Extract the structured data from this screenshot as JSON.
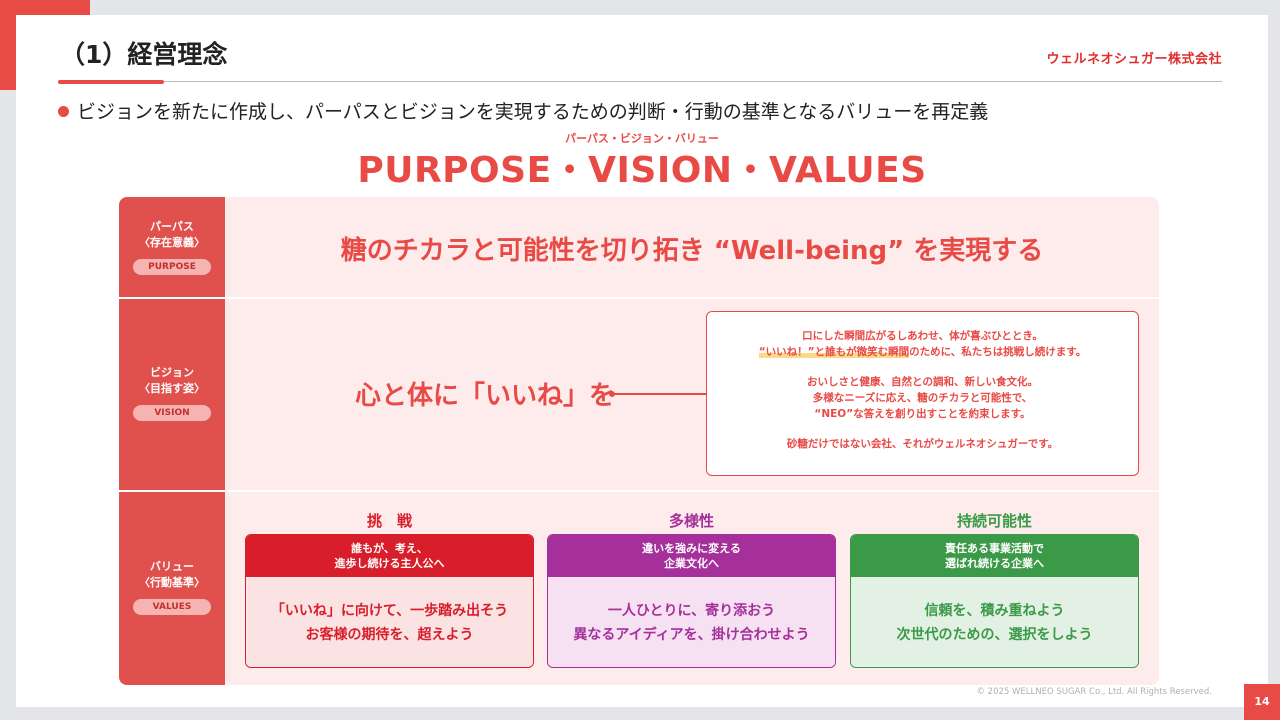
{
  "slide": {
    "title": "（1）経営理念",
    "brand": "ウェルネオシュガー株式会社",
    "bullet": "ビジョンを新たに作成し、パーパスとビジョンを実現するための判断・行動の基準となるバリューを再定義",
    "hero_ruby": "パーパス・ビジョン・バリュー",
    "hero_title": "PURPOSE・VISION・VALUES",
    "copyright": "© 2025 WELLNEO SUGAR Co., Ltd. All Rights Reserved.",
    "page_number": "14"
  },
  "rows": {
    "purpose": {
      "label_line1": "パーパス",
      "label_line2": "〈存在意義〉",
      "pill": "PURPOSE",
      "text": "糖のチカラと可能性を切り拓き “Well-being” を実現する"
    },
    "vision": {
      "label_line1": "ビジョン",
      "label_line2": "〈目指す姿〉",
      "pill": "VISION",
      "text": "心と体に「いいね」を",
      "description": {
        "p1_line1": "口にした瞬間広がるしあわせ、体が喜ぶひととき。",
        "p1_line2_highlight": "“いいね！”と誰もが微笑む瞬間",
        "p1_line2_rest": "のために、私たちは挑戦し続けます。",
        "p2_line1": "おいしさと健康、自然との調和、新しい食文化。",
        "p2_line2": "多様なニーズに応え、糖のチカラと可能性で、",
        "p2_line3": "“NEO”な答えを創り出すことを約束します。",
        "p3_line1": "砂糖だけではない会社、それがウェルネオシュガーです。"
      }
    },
    "values": {
      "label_line1": "バリュー",
      "label_line2": "〈行動基準〉",
      "pill": "VALUES",
      "items": [
        {
          "heading": "挑　戦",
          "band_line1": "誰もが、考え、",
          "band_line2": "進歩し続ける主人公へ",
          "body_line1": "「いいね」に向けて、一歩踏み出そう",
          "body_line2": "お客様の期待を、超えよう"
        },
        {
          "heading": "多様性",
          "band_line1": "違いを強みに変える",
          "band_line2": "企業文化へ",
          "body_line1": "一人ひとりに、寄り添おう",
          "body_line2": "異なるアイディアを、掛け合わせよう"
        },
        {
          "heading": "持続可能性",
          "band_line1": "責任ある事業活動で",
          "band_line2": "選ばれ続ける企業へ",
          "body_line1": "信頼を、積み重ねよう",
          "body_line2": "次世代のための、選択をしよう"
        }
      ]
    }
  },
  "colors": {
    "accent": "#e84a46",
    "challenge": "#d81e2a",
    "diversity": "#a5309b",
    "sustainability": "#3a9a47"
  }
}
